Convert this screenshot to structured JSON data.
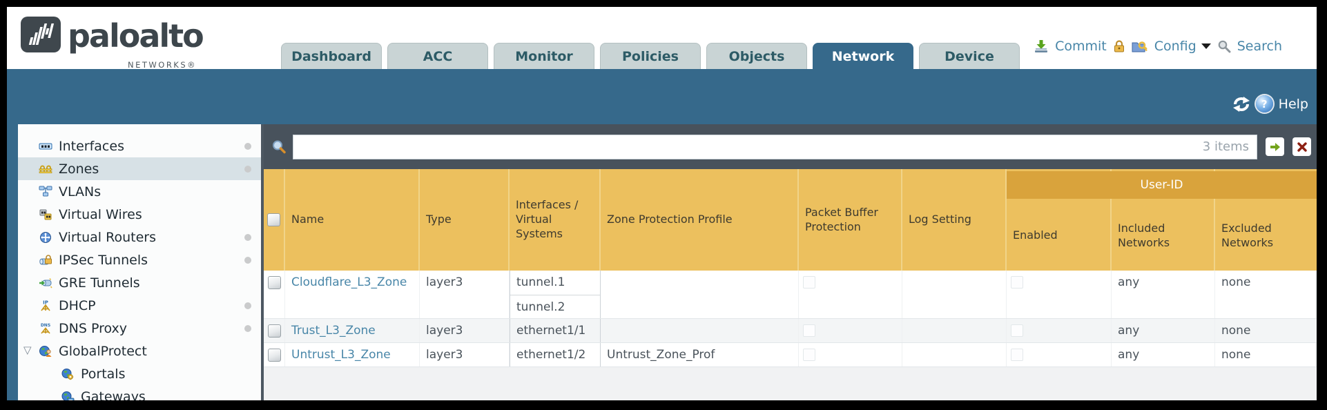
{
  "brand": {
    "logo_text": "paloalto",
    "logo_sub": "NETWORKS®"
  },
  "nav": {
    "tabs": [
      "Dashboard",
      "ACC",
      "Monitor",
      "Policies",
      "Objects",
      "Network",
      "Device"
    ],
    "active_tab": "Network",
    "commit_label": "Commit",
    "config_label": "Config",
    "search_label": "Search"
  },
  "banner": {
    "help_label": "Help",
    "help_icon_glyph": "?"
  },
  "sidebar": {
    "items": [
      {
        "label": "Interfaces",
        "icon": "interfaces-icon",
        "has_dot": true,
        "selected": false
      },
      {
        "label": "Zones",
        "icon": "zones-icon",
        "has_dot": true,
        "selected": true
      },
      {
        "label": "VLANs",
        "icon": "vlans-icon",
        "has_dot": false,
        "selected": false
      },
      {
        "label": "Virtual Wires",
        "icon": "virtual-wires-icon",
        "has_dot": false,
        "selected": false
      },
      {
        "label": "Virtual Routers",
        "icon": "virtual-routers-icon",
        "has_dot": true,
        "selected": false
      },
      {
        "label": "IPSec Tunnels",
        "icon": "ipsec-tunnels-icon",
        "has_dot": true,
        "selected": false
      },
      {
        "label": "GRE Tunnels",
        "icon": "gre-tunnels-icon",
        "has_dot": false,
        "selected": false
      },
      {
        "label": "DHCP",
        "icon": "dhcp-icon",
        "has_dot": true,
        "selected": false
      },
      {
        "label": "DNS Proxy",
        "icon": "dns-proxy-icon",
        "has_dot": true,
        "selected": false
      },
      {
        "label": "GlobalProtect",
        "icon": "globalprotect-icon",
        "has_dot": false,
        "selected": false,
        "expanded": true
      },
      {
        "label": "Portals",
        "icon": "portals-icon",
        "has_dot": false,
        "selected": false,
        "indent": true
      },
      {
        "label": "Gateways",
        "icon": "gateways-icon",
        "has_dot": false,
        "selected": false,
        "indent": true
      }
    ]
  },
  "filter_bar": {
    "value": "",
    "count_label": "3 items"
  },
  "table": {
    "group_header": "User-ID",
    "columns": [
      "Name",
      "Type",
      "Interfaces / Virtual Systems",
      "Zone Protection Profile",
      "Packet Buffer Protection",
      "Log Setting",
      "Enabled",
      "Included Networks",
      "Excluded Networks"
    ],
    "rows": [
      {
        "name": "Cloudflare_L3_Zone",
        "type": "layer3",
        "interfaces": [
          "tunnel.1",
          "tunnel.2"
        ],
        "zone_protection_profile": "",
        "packet_buffer_protection_checked": false,
        "log_setting": "",
        "user_id_enabled_checked": false,
        "included_networks": "any",
        "excluded_networks": "none"
      },
      {
        "name": "Trust_L3_Zone",
        "type": "layer3",
        "interfaces": [
          "ethernet1/1"
        ],
        "zone_protection_profile": "",
        "packet_buffer_protection_checked": false,
        "log_setting": "",
        "user_id_enabled_checked": false,
        "included_networks": "any",
        "excluded_networks": "none"
      },
      {
        "name": "Untrust_L3_Zone",
        "type": "layer3",
        "interfaces": [
          "ethernet1/2"
        ],
        "zone_protection_profile": "Untrust_Zone_Prof",
        "packet_buffer_protection_checked": false,
        "log_setting": "",
        "user_id_enabled_checked": false,
        "included_networks": "any",
        "excluded_networks": "none"
      }
    ]
  },
  "colors": {
    "brand_teal": "#36698b",
    "table_header_orange": "#ecc05e",
    "user_id_band_orange": "#d9a33c",
    "link_blue": "#4886a8",
    "filter_strip_slate": "#48525c",
    "tab_inactive": "#c9d4d5"
  }
}
